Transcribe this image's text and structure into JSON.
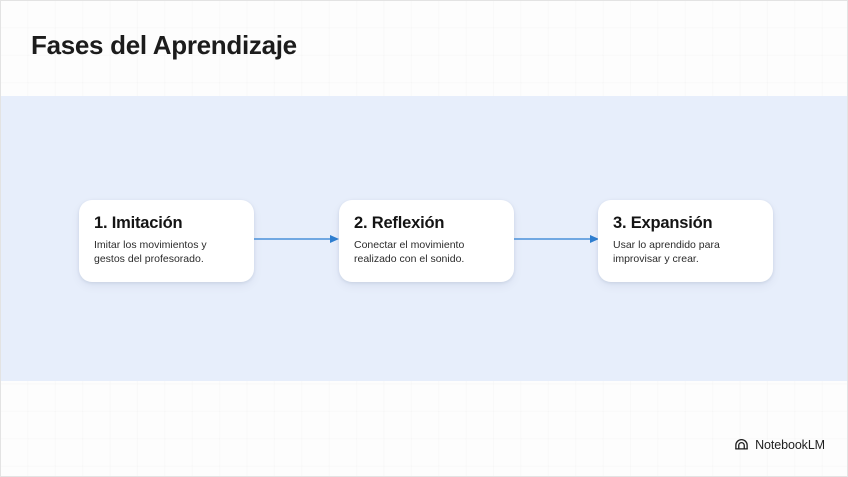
{
  "slide": {
    "title": "Fases del Aprendizaje",
    "background_color": "#fafafa",
    "band_color": "#e7eefb",
    "accent_color": "#4a90d9"
  },
  "flow": {
    "type": "process-flow",
    "direction": "left-to-right",
    "cards": [
      {
        "title": "1. Imitación",
        "description": "Imitar los movimientos y gestos del profesorado."
      },
      {
        "title": "2. Reflexión",
        "description": "Conectar el movimiento realizado con el sonido."
      },
      {
        "title": "3. Expansión",
        "description": "Usar lo aprendido para improvisar y crear."
      }
    ],
    "connectors": [
      {
        "name": "arrow-1-to-2"
      },
      {
        "name": "arrow-2-to-3"
      }
    ]
  },
  "footer": {
    "logo_icon": "notebooklm-icon",
    "logo_text": "NotebookLM"
  }
}
